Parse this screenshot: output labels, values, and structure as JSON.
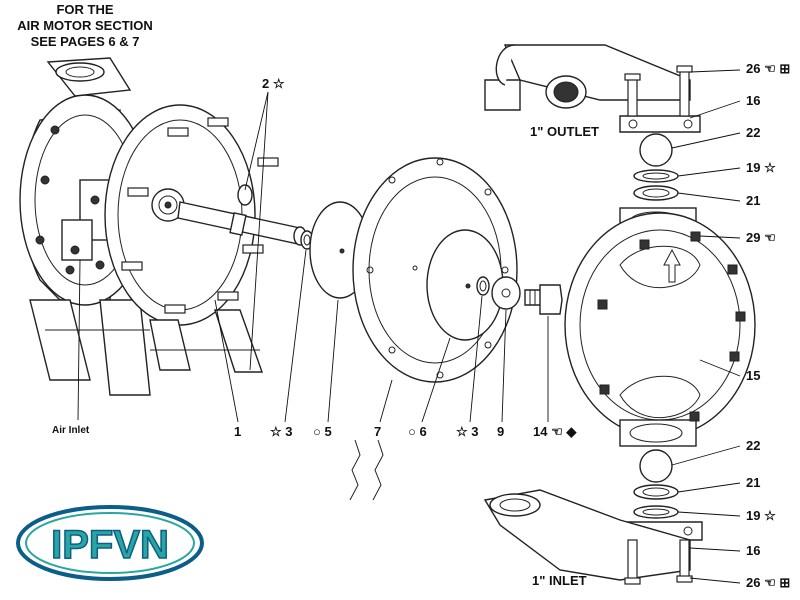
{
  "header": {
    "note_line1": "FOR THE",
    "note_line2": "AIR MOTOR SECTION",
    "note_line3": "SEE PAGES 6 & 7"
  },
  "ports": {
    "outlet": "1\" OUTLET",
    "inlet": "1\" INLET",
    "air_inlet": "Air Inlet"
  },
  "callouts": {
    "c2": "2 ☆",
    "c26_top": "26 ☜ ⊞",
    "c16_top": "16",
    "c22_top": "22",
    "c19_top": "19 ☆",
    "c21_top": "21",
    "c29": "29 ☜",
    "c15": "15",
    "c22_bottom": "22",
    "c21_bottom": "21",
    "c19_bottom": "19 ☆",
    "c16_bottom": "16",
    "c26_bottom": "26 ☜ ⊞",
    "c1": "1",
    "c3a": "☆ 3",
    "c5": "○ 5",
    "c7": "7",
    "c6": "○ 6",
    "c3b": "☆ 3",
    "c9": "9",
    "c14": "14 ☜ ◆"
  },
  "logo": {
    "text": "IPFVN",
    "accent": "#2aa6a0",
    "outline": "#0b5d8a"
  }
}
